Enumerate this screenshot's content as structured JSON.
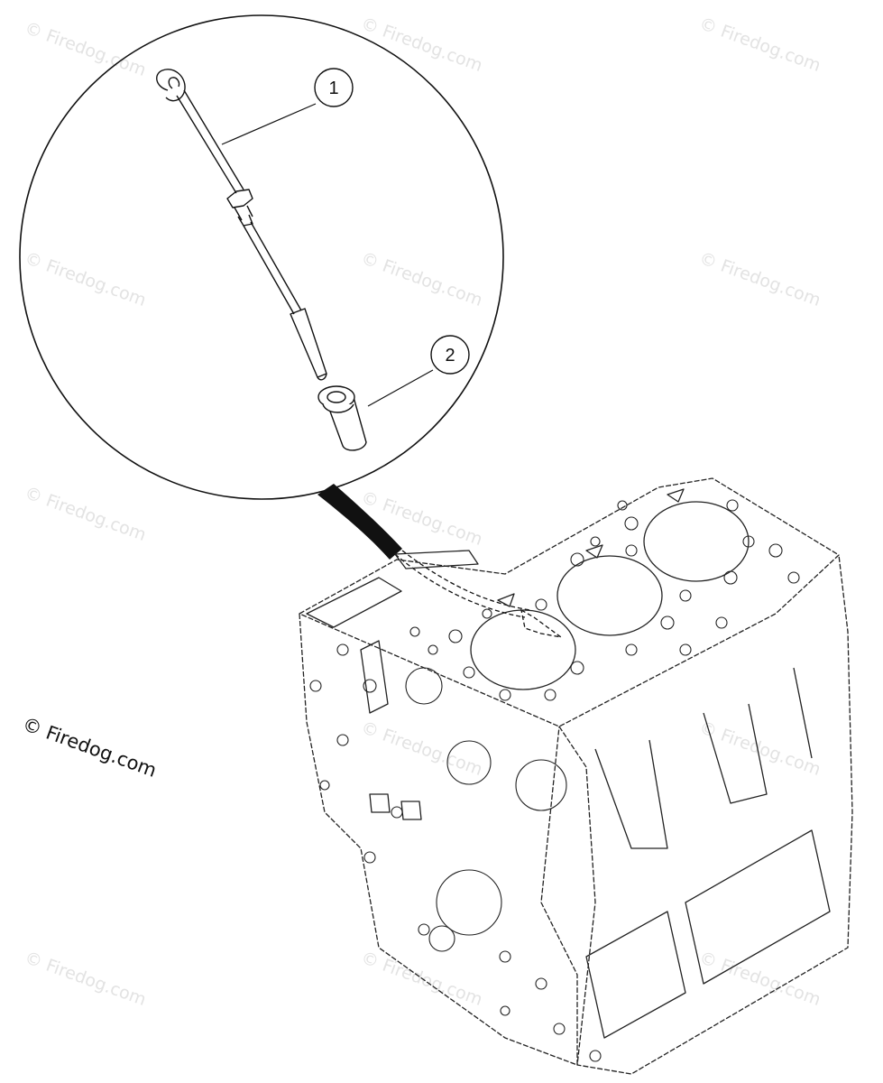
{
  "callouts": [
    {
      "number": "1"
    },
    {
      "number": "2"
    }
  ],
  "watermark": {
    "text": "© Firedog.com",
    "main_text": "© Firedog.com"
  }
}
